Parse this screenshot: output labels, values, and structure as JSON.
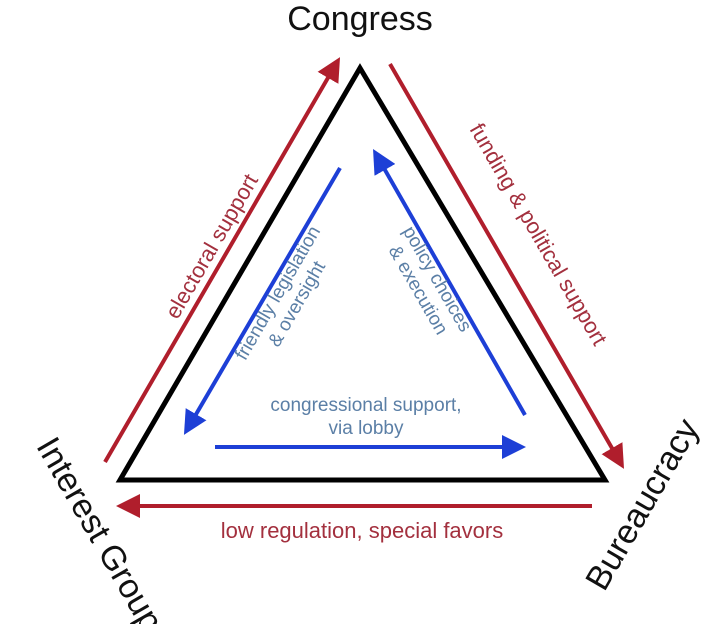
{
  "nodes": {
    "congress": "Congress",
    "interest_group": "Interest Group",
    "bureaucracy": "Bureaucracy"
  },
  "outer_labels": {
    "electoral_support": "electoral support",
    "funding": "funding & political support",
    "low_regulation": "low regulation, special favors"
  },
  "inner_labels": {
    "friendly_line1": "friendly legislation",
    "friendly_line2": "& oversight",
    "policy_line1": "policy choices",
    "policy_line2": "& execution",
    "congressional_line1": "congressional support,",
    "congressional_line2": "via lobby"
  },
  "colors": {
    "triangle": "#000000",
    "outer_arrows": "#b01e2c",
    "inner_arrows": "#1d3fd6",
    "outer_text": "#a3303e",
    "inner_text": "#5b7fa6"
  }
}
